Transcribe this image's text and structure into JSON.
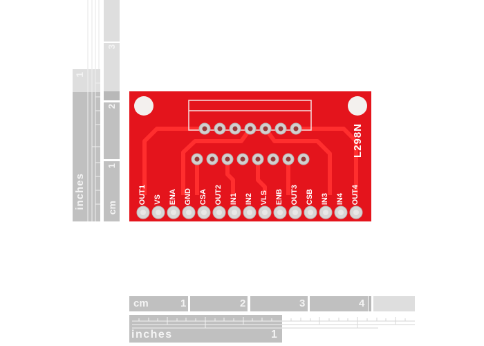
{
  "image": {
    "subject": "L298N breakout PCB with measurement rulers",
    "board": {
      "part_label": "L298N",
      "color": "#e4141c",
      "trace_color": "#ff2b2b",
      "pad_color": "#cfcfcf",
      "bottom_header_labels": [
        "OUT1",
        "VS",
        "ENA",
        "GND",
        "CSA",
        "OUT2",
        "IN1",
        "IN2",
        "VLS",
        "ENB",
        "OUT3",
        "CSB",
        "IN3",
        "IN4",
        "OUT4"
      ],
      "top_row_pad_count": 7,
      "second_row_pad_count": 8,
      "mounting_holes": 2
    },
    "rulers": {
      "vertical_inches": {
        "unit_label": "inches",
        "tick_labels": [
          "1"
        ]
      },
      "vertical_cm": {
        "unit_label": "cm",
        "tick_labels": [
          "1",
          "2",
          "3"
        ]
      },
      "horizontal_cm": {
        "unit_label": "cm",
        "tick_labels": [
          "1",
          "2",
          "3",
          "4"
        ]
      },
      "horizontal_inches": {
        "unit_label": "inches",
        "tick_labels": [
          "1"
        ]
      }
    }
  }
}
